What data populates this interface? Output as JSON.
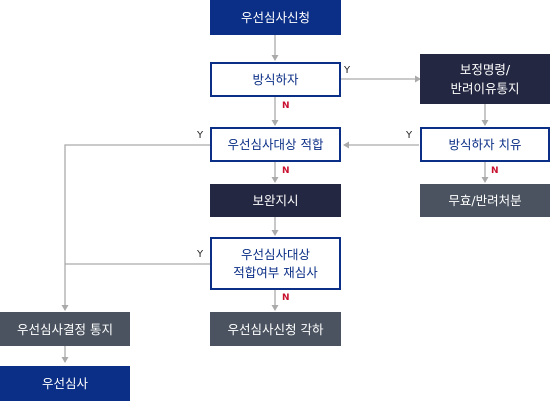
{
  "nodes": {
    "apply": "우선심사신청",
    "formality": "방식하자",
    "correction": "보정명령/\n반려이유통지",
    "eligible": "우선심사대상 적합",
    "remedy": "방식하자 치유",
    "supplement": "보완지시",
    "invalid": "무효/반려처분",
    "reexamine": "우선심사대상\n적합여부 재심사",
    "decision": "우선심사결정 통지",
    "reject": "우선심사신청 각하",
    "exam": "우선심사"
  },
  "labels": {
    "yes": "Y",
    "no": "N"
  },
  "colors": {
    "navy": "#0b2f86",
    "dark": "#232741",
    "slate": "#4a535f",
    "line": "#aaaaaa",
    "no_mark": "#c8102e"
  }
}
